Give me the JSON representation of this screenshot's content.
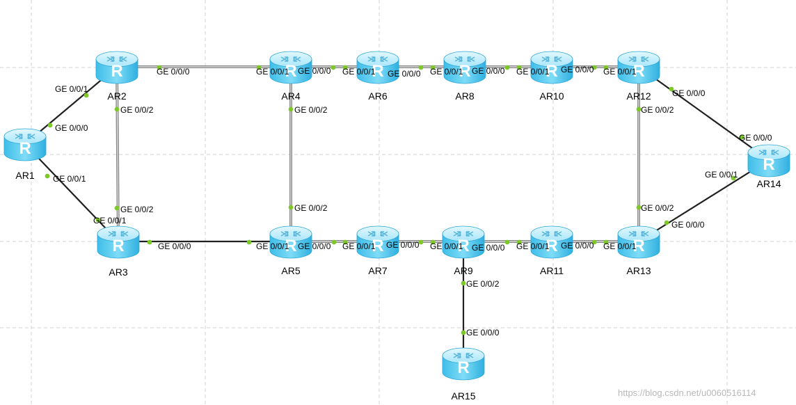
{
  "colors": {
    "router_top": "#bfeeff",
    "router_side": "#5fd0f2",
    "router_edge": "#2aa6d8",
    "port_dot": "#7ec82a",
    "link": "#202020",
    "grid": "#d0d0d0"
  },
  "icons": {
    "router": "router-icon",
    "router_glyph": "R"
  },
  "routers": [
    {
      "id": "AR1",
      "label": "AR1"
    },
    {
      "id": "AR2",
      "label": "AR2"
    },
    {
      "id": "AR3",
      "label": "AR3"
    },
    {
      "id": "AR4",
      "label": "AR4"
    },
    {
      "id": "AR5",
      "label": "AR5"
    },
    {
      "id": "AR6",
      "label": "AR6"
    },
    {
      "id": "AR7",
      "label": "AR7"
    },
    {
      "id": "AR8",
      "label": "AR8"
    },
    {
      "id": "AR9",
      "label": "AR9"
    },
    {
      "id": "AR10",
      "label": "AR10"
    },
    {
      "id": "AR11",
      "label": "AR11"
    },
    {
      "id": "AR12",
      "label": "AR12"
    },
    {
      "id": "AR13",
      "label": "AR13"
    },
    {
      "id": "AR14",
      "label": "AR14"
    },
    {
      "id": "AR15",
      "label": "AR15"
    }
  ],
  "links": [
    {
      "from": "AR1",
      "from_port": "GE 0/0/0",
      "to": "AR2",
      "to_port": "GE 0/0/1",
      "style": "solid"
    },
    {
      "from": "AR1",
      "from_port": "GE 0/0/1",
      "to": "AR3",
      "to_port": "GE 0/0/1",
      "style": "solid"
    },
    {
      "from": "AR2",
      "from_port": "GE 0/0/2",
      "to": "AR3",
      "to_port": "GE 0/0/2",
      "style": "double"
    },
    {
      "from": "AR2",
      "from_port": "GE 0/0/0",
      "to": "AR4",
      "to_port": "GE 0/0/1",
      "style": "double"
    },
    {
      "from": "AR3",
      "from_port": "GE 0/0/0",
      "to": "AR5",
      "to_port": "GE 0/0/1",
      "style": "solid"
    },
    {
      "from": "AR4",
      "from_port": "GE 0/0/2",
      "to": "AR5",
      "to_port": "GE 0/0/2",
      "style": "double"
    },
    {
      "from": "AR4",
      "from_port": "GE 0/0/0",
      "to": "AR6",
      "to_port": "GE 0/0/1",
      "style": "double"
    },
    {
      "from": "AR6",
      "from_port": "GE 0/0/0",
      "to": "AR8",
      "to_port": "GE 0/0/1",
      "style": "double"
    },
    {
      "from": "AR8",
      "from_port": "GE 0/0/0",
      "to": "AR10",
      "to_port": "GE 0/0/1",
      "style": "double"
    },
    {
      "from": "AR10",
      "from_port": "GE 0/0/0",
      "to": "AR12",
      "to_port": "GE 0/0/1",
      "style": "double"
    },
    {
      "from": "AR12",
      "from_port": "GE 0/0/2",
      "to": "AR13",
      "to_port": "GE 0/0/2",
      "style": "double"
    },
    {
      "from": "AR12",
      "from_port": "GE 0/0/0",
      "to": "AR14",
      "to_port": "GE 0/0/0",
      "style": "solid"
    },
    {
      "from": "AR13",
      "from_port": "GE 0/0/0",
      "to": "AR14",
      "to_port": "GE 0/0/1",
      "style": "solid"
    },
    {
      "from": "AR5",
      "from_port": "GE 0/0/0",
      "to": "AR7",
      "to_port": "GE 0/0/1",
      "style": "double"
    },
    {
      "from": "AR7",
      "from_port": "GE 0/0/0",
      "to": "AR9",
      "to_port": "GE 0/0/1",
      "style": "double"
    },
    {
      "from": "AR9",
      "from_port": "GE 0/0/0",
      "to": "AR11",
      "to_port": "GE 0/0/1",
      "style": "double"
    },
    {
      "from": "AR11",
      "from_port": "GE 0/0/0",
      "to": "AR13",
      "to_port": "GE 0/0/1",
      "style": "double"
    },
    {
      "from": "AR9",
      "from_port": "GE 0/0/2",
      "to": "AR15",
      "to_port": "GE 0/0/0",
      "style": "solid"
    }
  ],
  "watermark": "https://blog.csdn.net/u0060516114"
}
